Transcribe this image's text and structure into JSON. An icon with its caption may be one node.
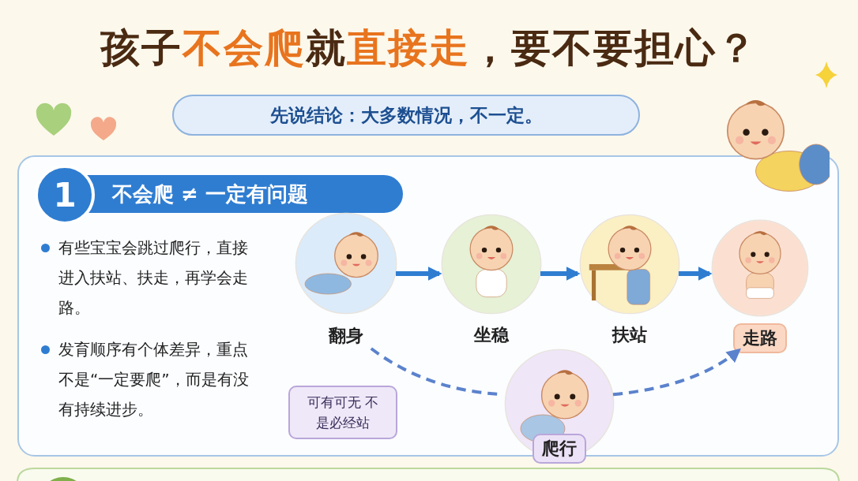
{
  "diagram": {
    "title": "孩子**不会爬**就**直接走**，要不要担心？",
    "nodes": [
      {
        "text": [
          "先说结论：大多数情况，不一定。"
        ]
      },
      {
        "text": [
          "1",
          "不会爬 ≠ 一定有问题",
          "有些宝宝会跳过爬行，直接进入扶站、扶走，再学会走路。",
          "发育顺序有个体差异，重点不是“一定要爬”，而是有没有持续进步。"
        ]
      },
      {
        "text": [
          "翻身"
        ],
        "in": 1
      },
      {
        "text": [
          "坐稳"
        ],
        "in": 1
      },
      {
        "text": [
          "扶站"
        ],
        "in": 1
      },
      {
        "text": [
          "走路"
        ],
        "in": 1
      },
      {
        "text": [
          "爬行"
        ],
        "in": 1
      },
      {
        "text": [
          "可有可无 不是必经站"
        ],
        "in": 1
      }
    ],
    "edges": [
      {
        "from": 2,
        "to": 3,
        "arrow": "to"
      },
      {
        "from": 3,
        "to": 4,
        "arrow": "to"
      },
      {
        "from": 4,
        "to": 5,
        "arrow": "to"
      },
      {
        "from": 2,
        "to": 6,
        "arrow": "none",
        "style": "dashed",
        "color": "#5b82cc"
      },
      {
        "from": 6,
        "to": 5,
        "arrow": "to",
        "style": "dashed",
        "color": "#5b82cc"
      }
    ]
  }
}
